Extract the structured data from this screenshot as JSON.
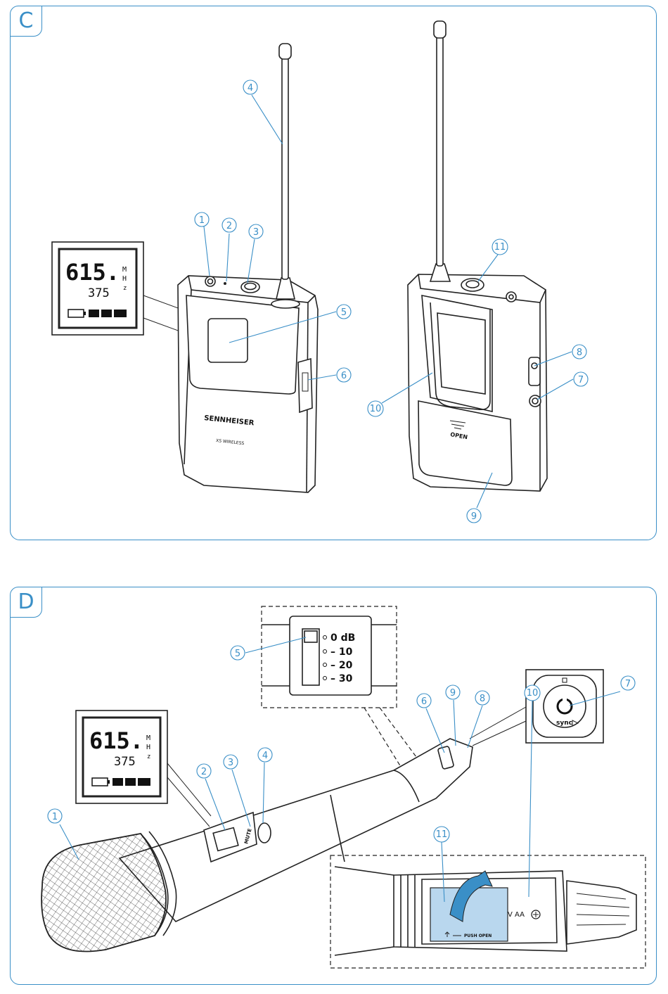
{
  "panels": {
    "c": {
      "label": "C"
    },
    "d": {
      "label": "D"
    }
  },
  "display": {
    "frequency_main": "615.",
    "frequency_sub": "375",
    "unit_m": "M",
    "unit_h": "H",
    "unit_z": "z"
  },
  "bodypack": {
    "brand": "SENNHEISER",
    "model": "XS WIRELESS",
    "battery_cover_label": "OPEN"
  },
  "handheld": {
    "mute_label": "MUTE",
    "battery_label": "V AA",
    "push_open_label": "PUSH OPEN",
    "sync_label": "sync"
  },
  "sensitivity": {
    "options": [
      "0 dB",
      "– 10",
      "– 20",
      "– 30"
    ]
  },
  "callouts_c": {
    "n1": "1",
    "n2": "2",
    "n3": "3",
    "n4": "4",
    "n5": "5",
    "n6": "6",
    "n7": "7",
    "n8": "8",
    "n9": "9",
    "n10": "10",
    "n11": "11"
  },
  "callouts_d": {
    "n1": "1",
    "n2": "2",
    "n3": "3",
    "n4": "4",
    "n5": "5",
    "n6": "6",
    "n7": "7",
    "n8": "8",
    "n9": "9",
    "n10": "10",
    "n11": "11"
  },
  "colors": {
    "accent": "#3a8fc7",
    "line": "#222222",
    "highlight": "#b9d7ee"
  }
}
